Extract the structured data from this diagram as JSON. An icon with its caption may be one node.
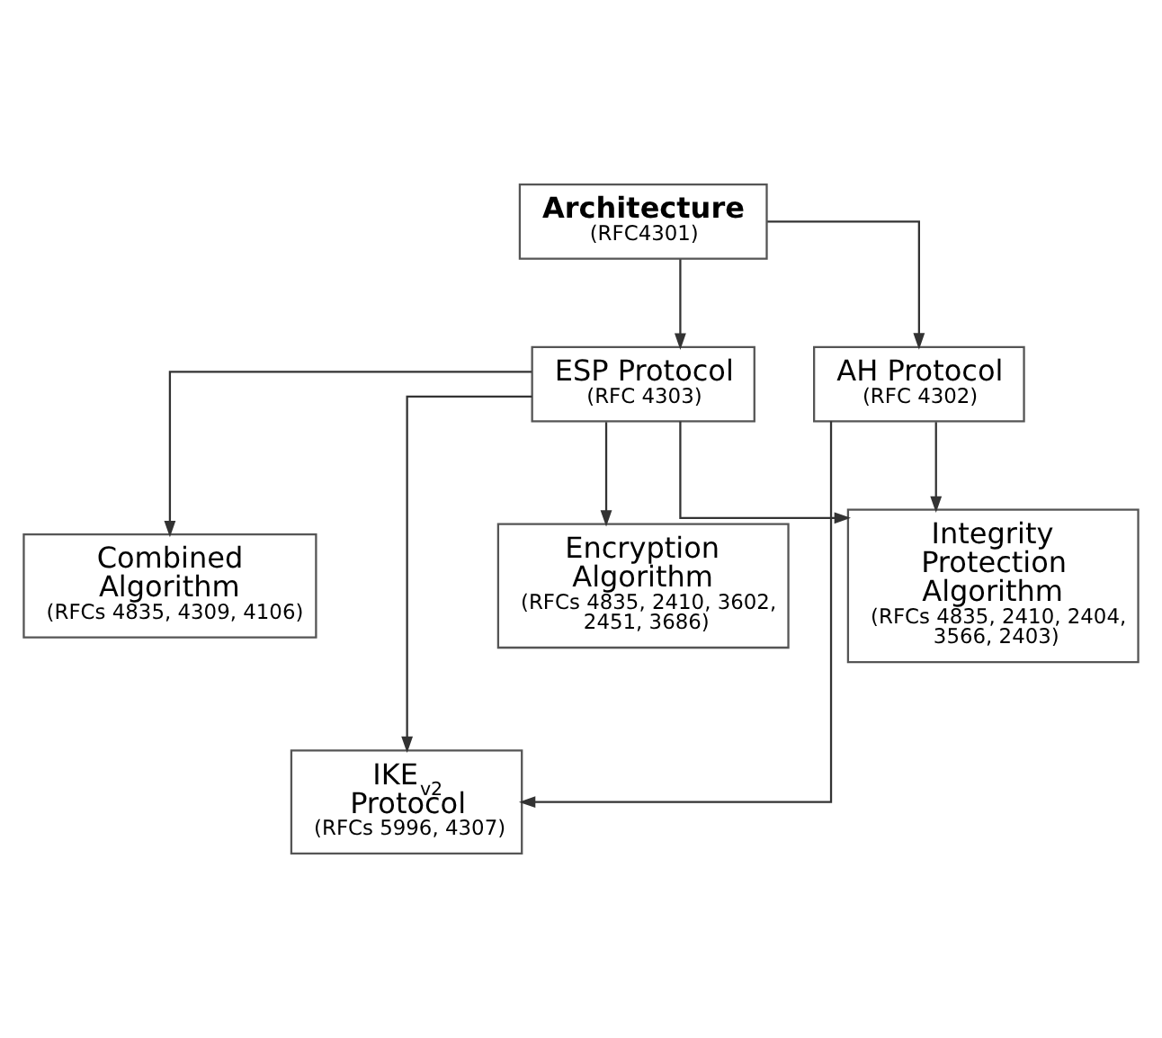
{
  "diagram": {
    "nodes": [
      {
        "text": [
          "Architecture",
          "(RFC4301)"
        ]
      },
      {
        "text": [
          "ESP Protocol",
          "(RFC 4303)"
        ]
      },
      {
        "text": [
          "AH Protocol",
          "(RFC 4302)"
        ]
      },
      {
        "text": [
          "Encryption Algorithm",
          "(RFCs 4835, 2410, 3602, 2451, 3686)"
        ]
      },
      {
        "text": [
          "Combined Algorithm",
          "(RFCs 4835, 4309, 4106)"
        ]
      },
      {
        "text": [
          "Integrity Protection Algorithm",
          "(RFCs 4835, 2410, 2404, 3566, 2403)"
        ]
      },
      {
        "text": [
          "IKE$_{v2}$ Protocol",
          "(RFCs 5996, 4307)"
        ]
      }
    ],
    "edges": [
      {
        "from": 0,
        "to": 1,
        "arrow": "to"
      },
      {
        "from": 0,
        "to": 2,
        "arrow": "to"
      },
      {
        "from": 1,
        "to": 3,
        "arrow": "to"
      },
      {
        "from": 1,
        "to": 4,
        "arrow": "to"
      },
      {
        "from": 1,
        "to": 5,
        "arrow": "to"
      },
      {
        "from": 2,
        "to": 5,
        "arrow": "to"
      },
      {
        "from": 1,
        "to": 6,
        "arrow": "to"
      },
      {
        "from": 2,
        "to": 6,
        "arrow": "to"
      }
    ]
  }
}
